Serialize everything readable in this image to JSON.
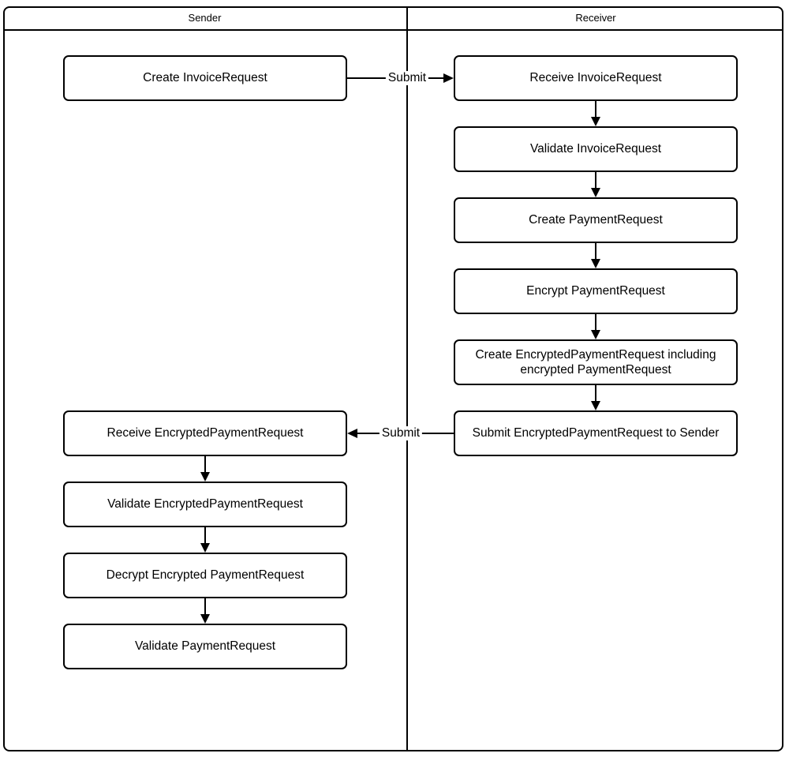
{
  "diagram": {
    "lanes": {
      "sender": "Sender",
      "receiver": "Receiver"
    },
    "sender_nodes": [
      {
        "label": "Create InvoiceRequest"
      },
      {
        "label": "Receive EncryptedPaymentRequest"
      },
      {
        "label": "Validate EncryptedPaymentRequest"
      },
      {
        "label": "Decrypt Encrypted PaymentRequest"
      },
      {
        "label": "Validate PaymentRequest"
      }
    ],
    "receiver_nodes": [
      {
        "label": "Receive InvoiceRequest"
      },
      {
        "label": "Validate InvoiceRequest"
      },
      {
        "label": "Create PaymentRequest"
      },
      {
        "label": "Encrypt PaymentRequest"
      },
      {
        "label": "Create EncryptedPaymentRequest including encrypted PaymentRequest"
      },
      {
        "label": "Submit EncryptedPaymentRequest to Sender"
      }
    ],
    "edge_labels": {
      "submit_to_receiver": "Submit",
      "submit_to_sender": "Submit"
    },
    "colors": {
      "stroke": "#000000",
      "fill": "#ffffff"
    }
  }
}
